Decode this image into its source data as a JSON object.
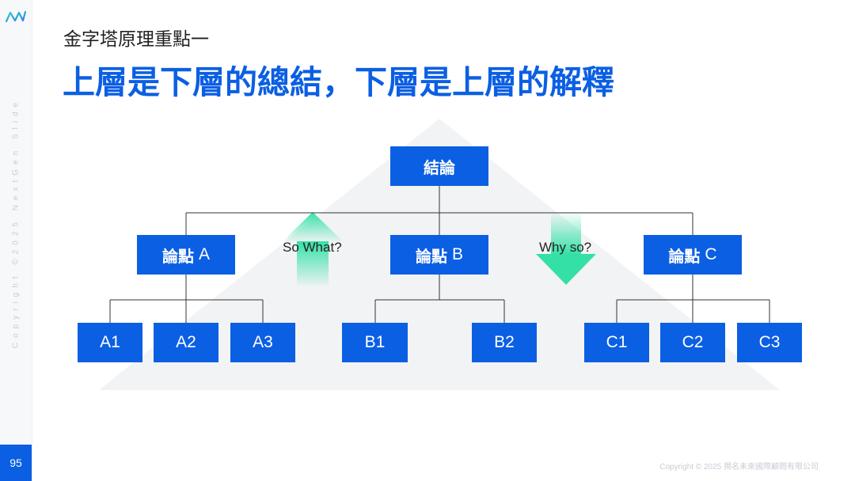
{
  "sidebar": {
    "vertical_copyright": "Copyright ©2025 NextGen Slide",
    "page_number": "95"
  },
  "header": {
    "subtitle": "金字塔原理重點一",
    "title": "上層是下層的總結，下層是上層的解釋"
  },
  "diagram": {
    "root": {
      "label": "結論"
    },
    "level1": [
      {
        "label": "論點",
        "letter": "A"
      },
      {
        "label": "論點",
        "letter": "B"
      },
      {
        "label": "論點",
        "letter": "C"
      }
    ],
    "level2": [
      {
        "label": "A1"
      },
      {
        "label": "A2"
      },
      {
        "label": "A3"
      },
      {
        "label": "B1"
      },
      {
        "label": "B2"
      },
      {
        "label": "C1"
      },
      {
        "label": "C2"
      },
      {
        "label": "C3"
      }
    ],
    "arrow_up_label": "So What?",
    "arrow_down_label": "Why so?"
  },
  "footer": {
    "copyright": "Copyright © 2025 揭名未來國際顧問有限公司"
  },
  "colors": {
    "accent": "#0b5fe3",
    "arrow_gradient_start": "#34e0a6",
    "triangle_fill": "#f2f3f5",
    "connector": "#333333"
  }
}
